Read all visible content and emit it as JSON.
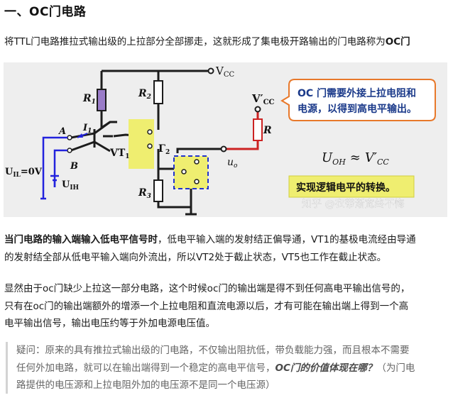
{
  "heading": "一、OC门电路",
  "intro": {
    "text": "将TTL门电路推拉式输出级的上拉部分全部挪走，这就形成了集电极开路输出的门电路称为",
    "bold": "OC门"
  },
  "figure": {
    "labels": {
      "vcc": "V",
      "vcc_sub": "CC",
      "vcc_prime": "V′",
      "vcc_prime_sub": "CC",
      "r1": "R",
      "r1_sub": "1",
      "r2": "R",
      "r2_sub": "2",
      "r3": "R",
      "r3_sub": "3",
      "r": "R",
      "gamma2": "Γ",
      "gamma2_sub": "2",
      "vt1": "VT",
      "vt1_sub": "1",
      "i1": "I",
      "i1_sub": "1",
      "a": "A",
      "b": "B",
      "uil": "U",
      "uil_sub": "IL",
      "uil_val": "=0V",
      "uih": "U",
      "uih_sub": "IH",
      "uo": "u",
      "uo_sub": "o",
      "formula_left": "U",
      "formula_left_sub": "OH",
      "formula_op": "≈",
      "formula_right": "V′",
      "formula_right_sub": "CC"
    },
    "callout_top": [
      "OC 门需要外接上拉电阻和",
      "电源，以得到高电平输出。"
    ],
    "callout_bottom": "实现逻辑电平的转换。",
    "watermark": "知乎 @衣带渐宽终不悔",
    "colors": {
      "wire": "#1c1c1c",
      "input_wire": "#2222dd",
      "output_wire": "#cc2222",
      "r1_fill": "#9a7cc8",
      "gamma2_fill": "#efee70",
      "dashed_box": "#2233cc",
      "callout_border": "#e8782a"
    }
  },
  "para1": {
    "bold": "当门电路的输入端输入低电平信号时",
    "rest_line1": "，低电平输入端的发射结正偏导通，VT1的基极电流经由导通",
    "line2": "的发射结全部从低电平输入端向外流出，所以VT2处于截止状态，VT5也工作在截止状态。"
  },
  "para2": {
    "line1": "显然由于oc门缺少上拉这一部分电路，这个时候oc门的输出端是得不到任何高电平输出信号的，",
    "line2": "只有在oc门的输出端额外的增添一个上拉电阻和直流电源以后，才有可能在输出端上得到一个高",
    "line3": "电平输出信号，输出电压约等于外加电源电压值。"
  },
  "quote": {
    "line1": "疑问：原来的具有推拉式输出级的门电路，不仅输出阻抗低，带负载能力强，而且根本不需要",
    "line2_plain": "任何外加电路，就可以在输出端得到一个稳定的高电平信号，",
    "line2_bold": "OC门的价值体现在哪？",
    "line2_tail": "（为门电",
    "line3": "路提供的电压源和上拉电阻外加的电压源不是同一个电压源）"
  }
}
